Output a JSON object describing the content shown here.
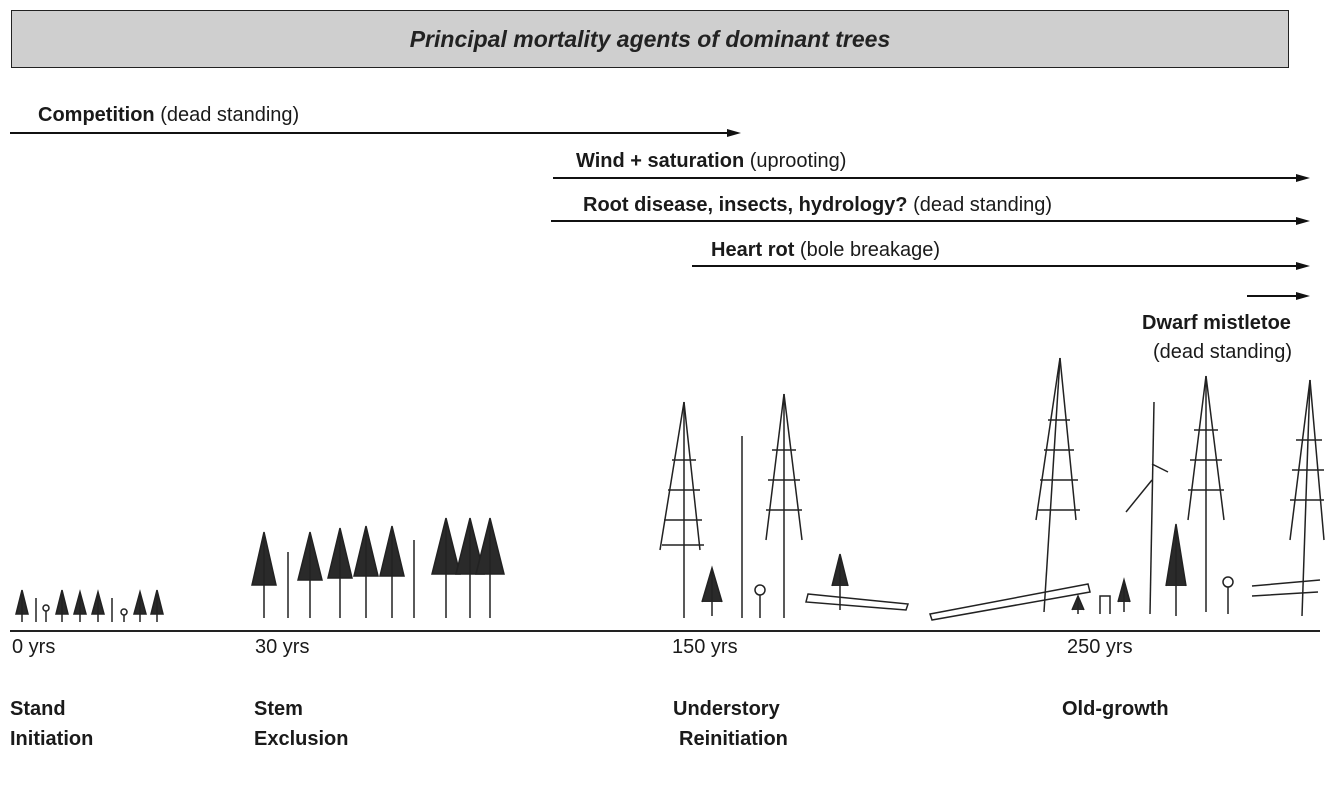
{
  "title": "Principal mortality agents of dominant trees",
  "agents": [
    {
      "name": "Competition",
      "detail": "(dead standing)"
    },
    {
      "name": "Wind + saturation",
      "detail": "(uprooting)"
    },
    {
      "name": "Root disease, insects, hydrology?",
      "detail": "(dead standing)"
    },
    {
      "name": "Heart rot",
      "detail": "(bole breakage)"
    },
    {
      "name": "Dwarf mistletoe",
      "detail": "(dead standing)"
    }
  ],
  "ages": [
    "0 yrs",
    "30 yrs",
    "150 yrs",
    "250 yrs"
  ],
  "stages": [
    {
      "line1": "Stand",
      "line2": "Initiation"
    },
    {
      "line1": "Stem",
      "line2": "Exclusion"
    },
    {
      "line1": "Understory",
      "line2": "Reinitiation"
    },
    {
      "line1": "Old-growth",
      "line2": ""
    }
  ]
}
